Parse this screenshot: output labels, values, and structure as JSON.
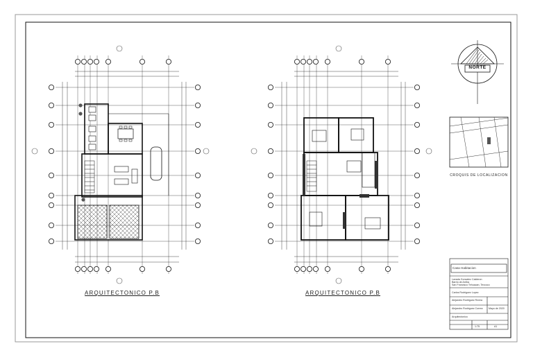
{
  "sheet": {
    "plan_left_title": "ARQUITECTONICO P.B",
    "plan_right_title": "ARQUITECTONICO P.B",
    "croquis_label": "CROQUIS DE LOCALIZACION",
    "north_label": "NORTE"
  },
  "title_block": {
    "project": "Casa Habitacion",
    "location_1": "Lavada Gonzalez Calderon",
    "location_2": "Barrio de Arriba",
    "location_3": "San Francisco Tehuacan, Texcoco",
    "owner": "Carlos Rodriguez Lopez",
    "designer": "Alejandro Rodriguez Rivera",
    "reviewer": "Alejandro Rodriguez Correa",
    "date": "Mayo de 2020",
    "contents": "Arquitectonico",
    "scale": "1:75",
    "sheet_no": "A1"
  },
  "colors": {
    "line": "#111111",
    "frame": "#222222",
    "hatch": "#555555"
  }
}
